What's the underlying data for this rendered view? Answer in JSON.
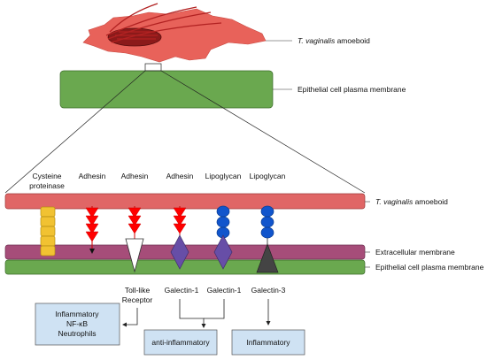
{
  "labels": {
    "amoeboid_top_species": "T. vaginalis",
    "amoeboid_top_rest": " amoeboid",
    "epithelial_top": "Epithelial cell plasma membrane",
    "amoeboid_band_species": "T. vaginalis",
    "amoeboid_band_rest": " amoeboid",
    "extracellular": "Extracellular membrane",
    "epithelial_band": "Epithelial cell plasma membrane"
  },
  "molecules": [
    {
      "line1": "Cysteine",
      "line2": "proteinase"
    },
    {
      "line1": "Adhesin",
      "line2": ""
    },
    {
      "line1": "Adhesin",
      "line2": ""
    },
    {
      "line1": "Adhesin",
      "line2": ""
    },
    {
      "line1": "Lipoglycan",
      "line2": ""
    },
    {
      "line1": "Lipoglycan",
      "line2": ""
    }
  ],
  "receptors": [
    {
      "line1": "Toll-like",
      "line2": "Receptor"
    },
    {
      "line1": "Galectin-1",
      "line2": ""
    },
    {
      "line1": "Galectin-1",
      "line2": ""
    },
    {
      "line1": "Galectin-3",
      "line2": ""
    }
  ],
  "outcome_boxes": {
    "inflammatory_nfkb": [
      "Inflammatory",
      "NF-κB",
      "Neutrophils"
    ],
    "anti_inflammatory": "anti-inflammatory",
    "inflammatory": "Inflammatory"
  },
  "colors": {
    "amoeboid_fill": "#e8625a",
    "amoeboid_band": "#e06666",
    "epithelial": "#6aa84f",
    "extracellular": "#a64d79",
    "cysteine": "#f1c232",
    "adhesin": "#ff0000",
    "lipoglycan": "#1155cc",
    "galectin": "#674ea7",
    "galectin3": "#444444",
    "box_fill": "#cfe2f3"
  }
}
